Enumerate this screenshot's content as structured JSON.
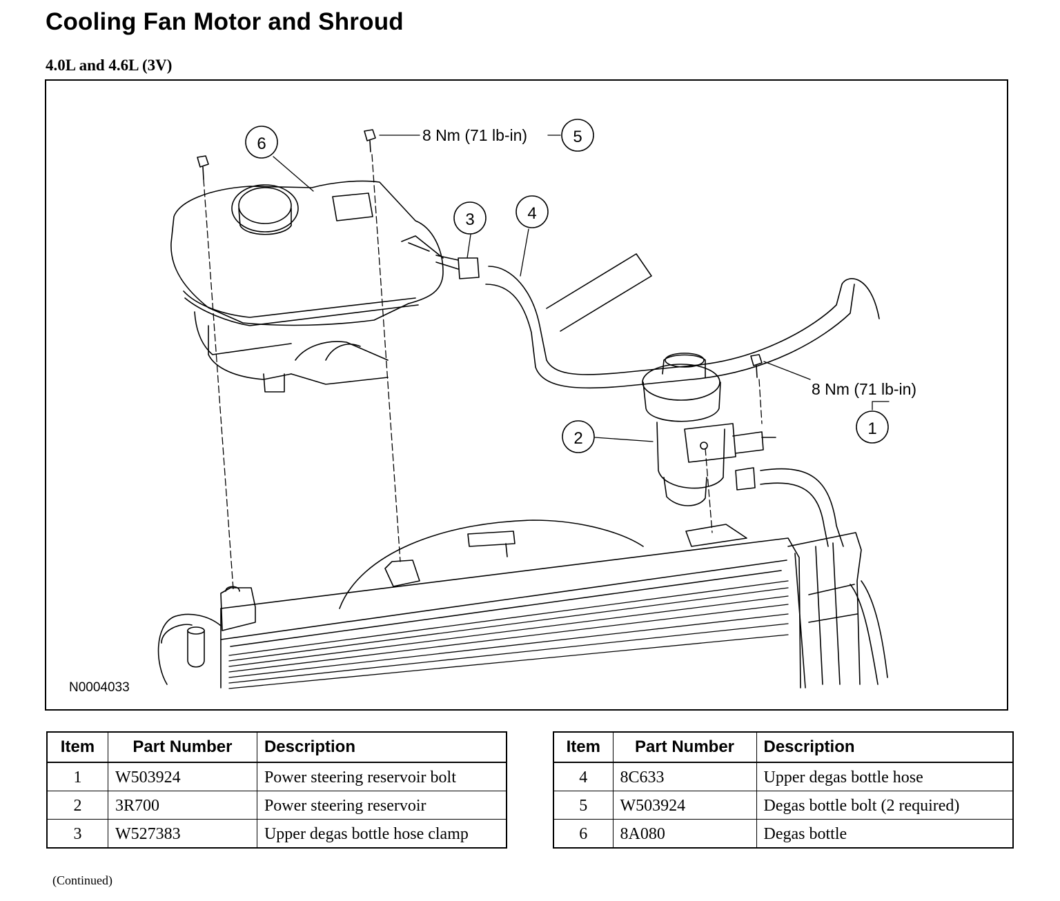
{
  "title": "Cooling Fan Motor and Shroud",
  "subtitle": "4.0L and 4.6L (3V)",
  "figure": {
    "figure_id": "N0004033",
    "torque_labels": [
      "8 Nm (71 lb-in)",
      "8 Nm (71 lb-in)"
    ],
    "callouts": [
      "1",
      "2",
      "3",
      "4",
      "5",
      "6"
    ]
  },
  "table": {
    "headers": [
      "Item",
      "Part Number",
      "Description"
    ],
    "left_rows": [
      {
        "item": "1",
        "part": "W503924",
        "desc": "Power steering reservoir bolt"
      },
      {
        "item": "2",
        "part": "3R700",
        "desc": "Power steering reservoir"
      },
      {
        "item": "3",
        "part": "W527383",
        "desc": "Upper degas bottle hose clamp"
      }
    ],
    "right_rows": [
      {
        "item": "4",
        "part": "8C633",
        "desc": "Upper degas bottle hose"
      },
      {
        "item": "5",
        "part": "W503924",
        "desc": "Degas bottle bolt (2 required)"
      },
      {
        "item": "6",
        "part": "8A080",
        "desc": "Degas bottle"
      }
    ]
  },
  "footer": {
    "continued": "(Continued)"
  }
}
